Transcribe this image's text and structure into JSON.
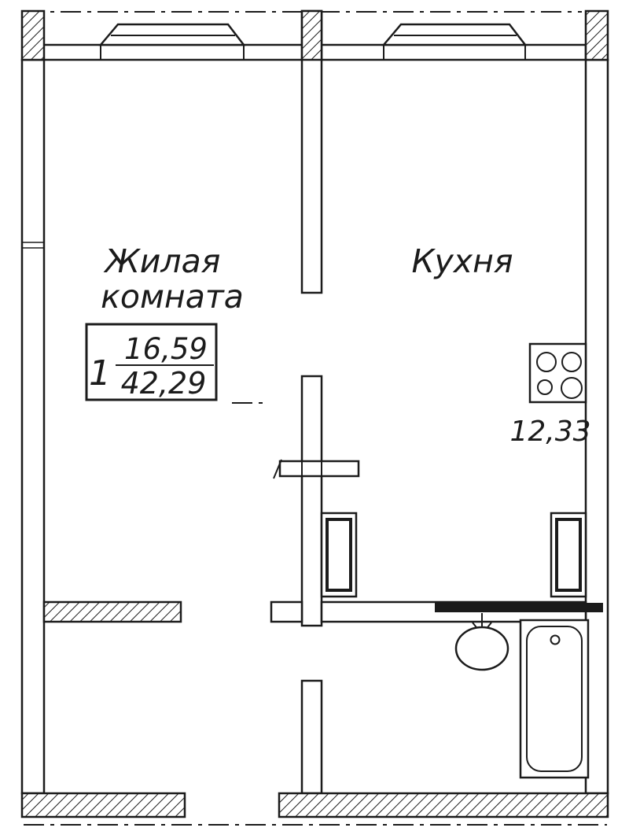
{
  "rooms": {
    "living": {
      "label_line1": "Жилая",
      "label_line2": "комната"
    },
    "kitchen": {
      "label": "Кухня",
      "area": "12,33"
    }
  },
  "stamp": {
    "room_count": "1",
    "living_area": "16,59",
    "total_area": "42,29"
  },
  "icons": [
    "window-icon",
    "stove-icon",
    "radiator-icon",
    "sink-icon",
    "bathtub-icon"
  ],
  "colors": {
    "ink": "#1b1b1b",
    "paper": "#ffffff"
  }
}
